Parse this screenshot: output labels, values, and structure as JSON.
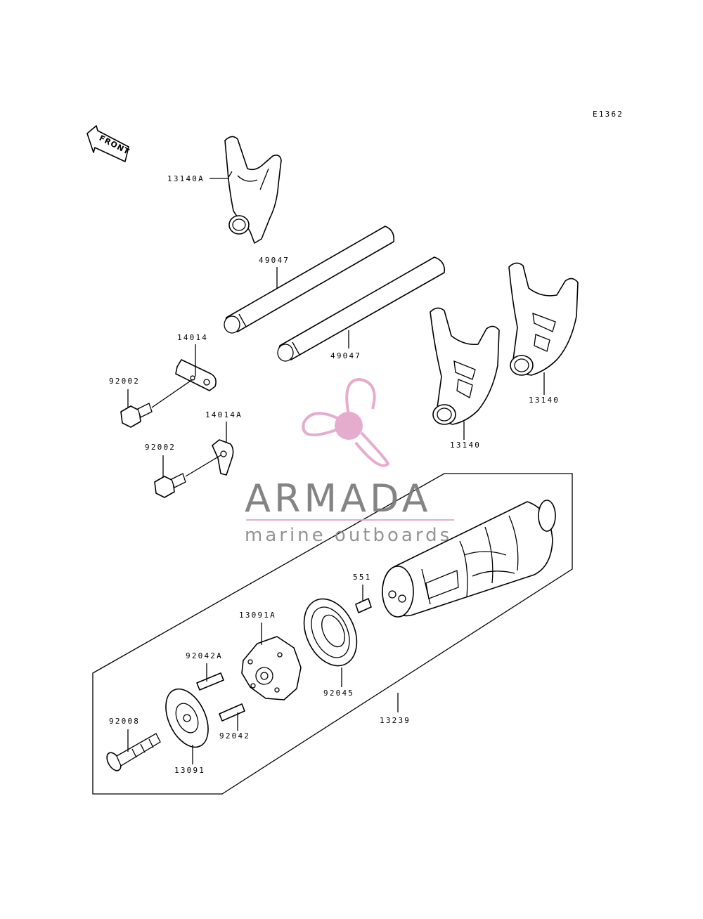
{
  "diagram": {
    "code": "E1362",
    "front_label": "FRONT",
    "parts": {
      "fork_a": "13140A",
      "rod_upper": "49047",
      "rod_lower": "49047",
      "plate": "14014",
      "bolt_upper": "92002",
      "plate_a": "14014A",
      "bolt_lower": "92002",
      "fork_mid": "13140",
      "fork_right": "13140",
      "pin": "551",
      "holder": "13091A",
      "bearing": "92045",
      "pin_a": "92042A",
      "pin_b": "92042",
      "bolt_long": "92008",
      "cam_plate": "13091",
      "drum_assy": "13239"
    }
  },
  "logo": {
    "name": "ARMADA",
    "tagline": "marine outboards",
    "color": "#e3a6c9"
  }
}
